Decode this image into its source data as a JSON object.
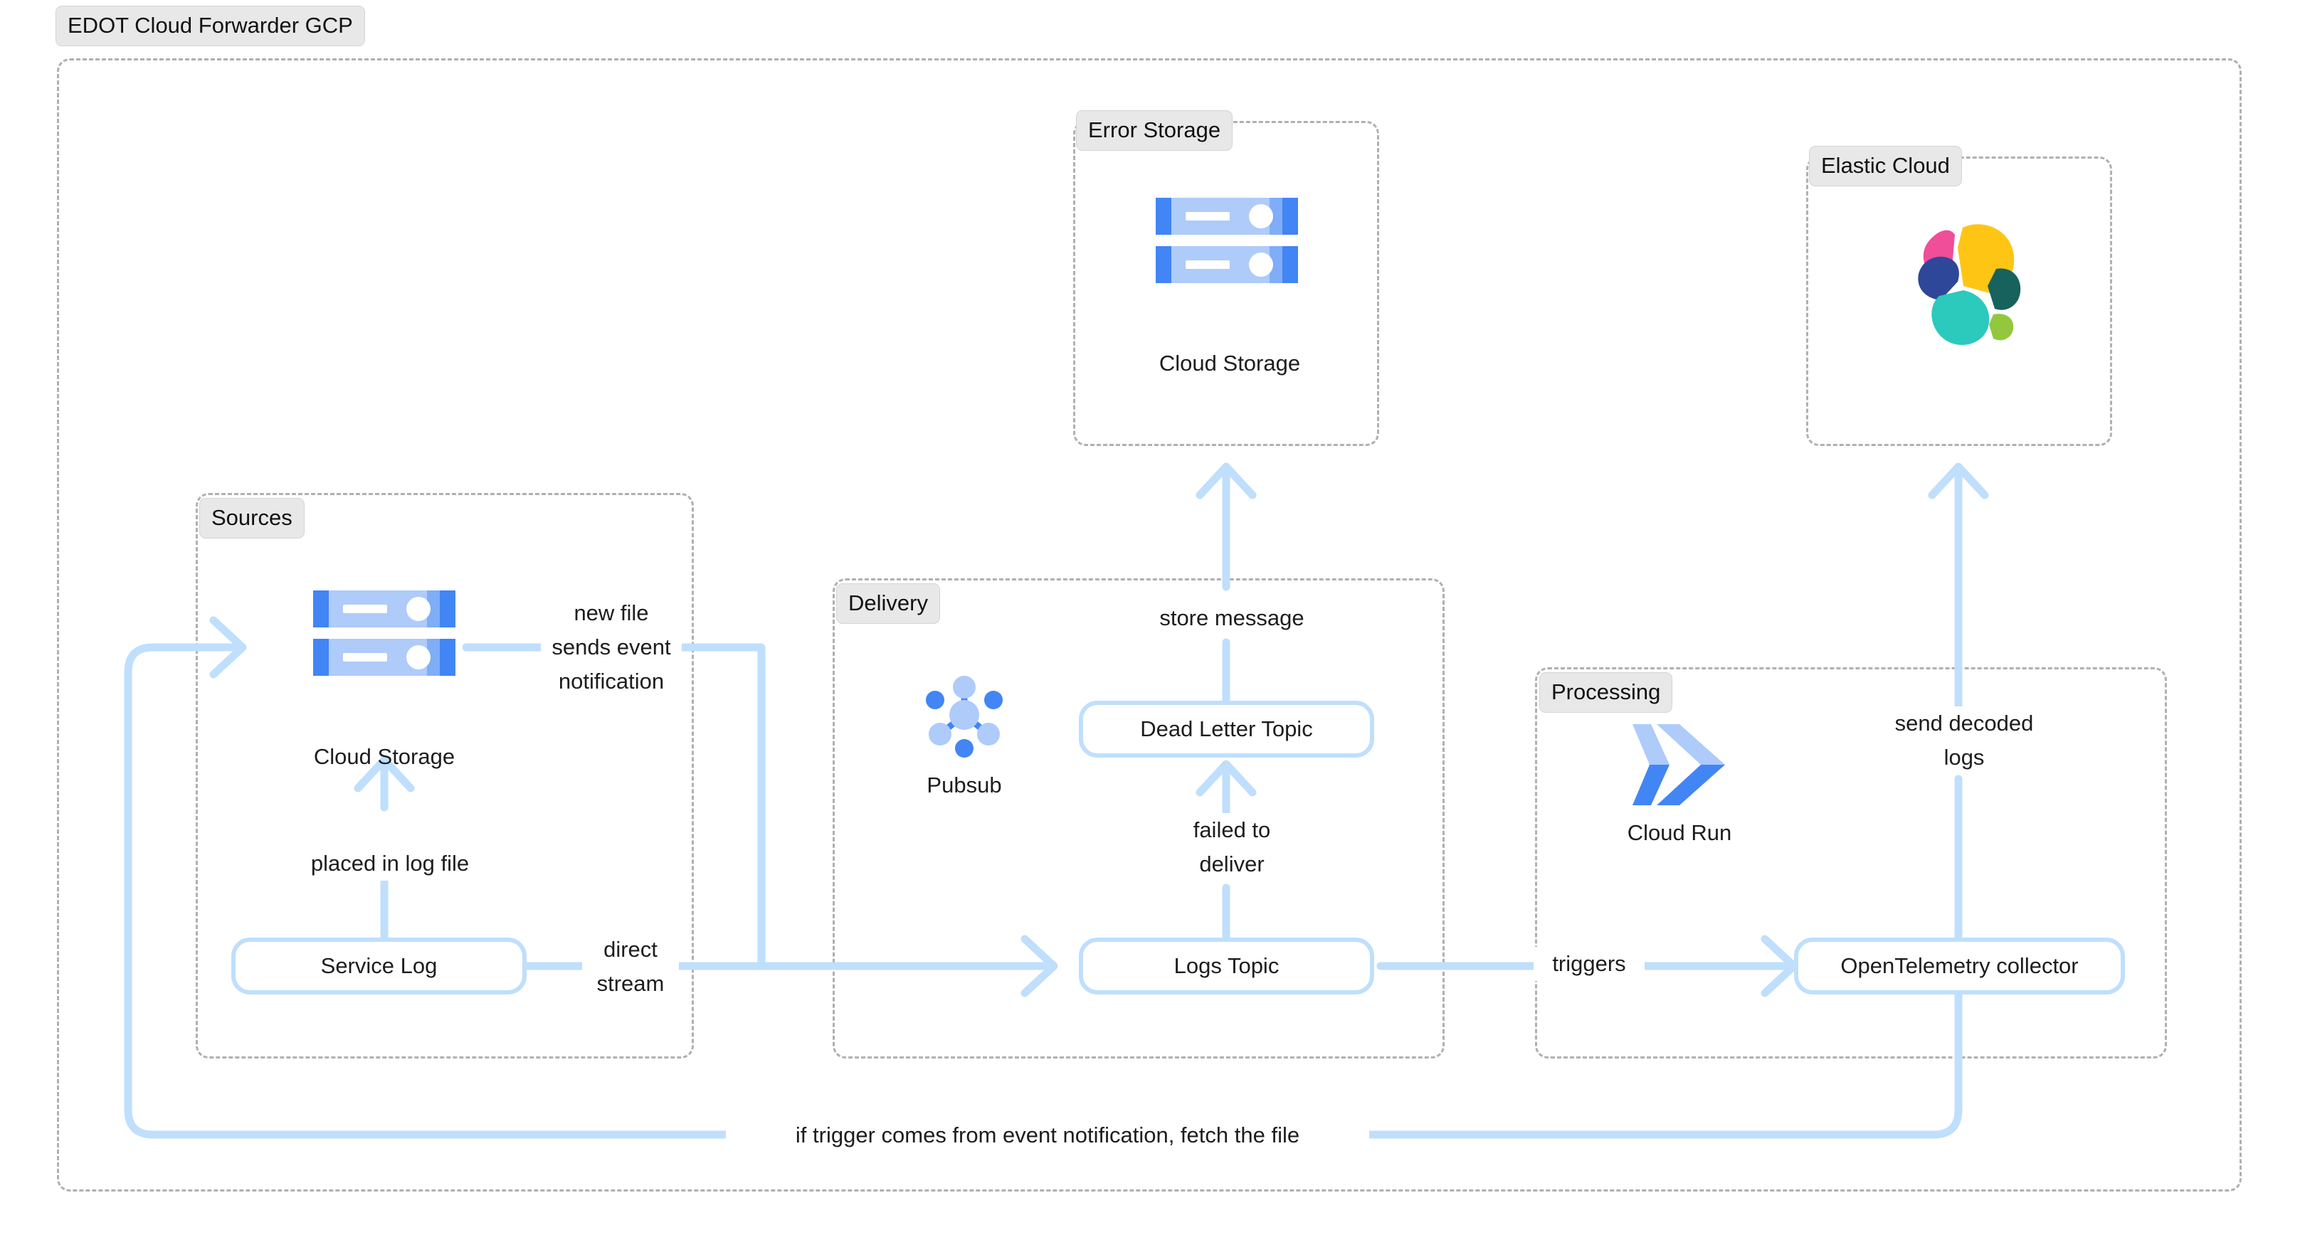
{
  "diagram": {
    "title": "EDOT Cloud Forwarder GCP",
    "accent_edge_color": "#bfdffc",
    "group_border_color": "#b0b0b0",
    "group_label_bg": "#e8e8e8",
    "text_color": "#1d1d1d",
    "background": "#ffffff"
  },
  "groups": [
    {
      "id": "root",
      "label": "EDOT Cloud Forwarder GCP"
    },
    {
      "id": "error",
      "label": "Error Storage"
    },
    {
      "id": "elastic",
      "label": "Elastic Cloud"
    },
    {
      "id": "sources",
      "label": "Sources"
    },
    {
      "id": "delivery",
      "label": "Delivery"
    },
    {
      "id": "processing",
      "label": "Processing"
    }
  ],
  "nodes": {
    "error_cloud_storage": {
      "label": "Cloud Storage",
      "icon": "gcp-cloud-storage-icon"
    },
    "sources_cloud_storage": {
      "label": "Cloud Storage",
      "icon": "gcp-cloud-storage-icon"
    },
    "service_log": {
      "label": "Service Log"
    },
    "pubsub": {
      "label": "Pubsub",
      "icon": "gcp-pubsub-icon"
    },
    "dead_letter_topic": {
      "label": "Dead Letter Topic"
    },
    "logs_topic": {
      "label": "Logs Topic"
    },
    "cloud_run": {
      "label": "Cloud Run",
      "icon": "gcp-cloud-run-icon"
    },
    "otel_collector": {
      "label": "OpenTelemetry collector"
    },
    "elastic_logo": {
      "label": "",
      "icon": "elastic-logo-icon"
    }
  },
  "edge_labels": {
    "new_file_event": "new file\nsends event\nnotification",
    "placed_in_log": "placed in log file",
    "direct_stream": "direct\nstream",
    "store_message": "store message",
    "failed_to_deliver": "failed to\ndeliver",
    "triggers": "triggers",
    "send_decoded": "send decoded\nlogs",
    "fetch_file": "if trigger comes from event notification, fetch the file"
  },
  "palette": {
    "gcs_light": "#aecbfa",
    "gcs_dark": "#4285f4",
    "gcs_white": "#ffffff",
    "pubsub_light": "#aecbfa",
    "pubsub_dark": "#4285f4",
    "cloudrun_light": "#aecbfa",
    "cloudrun_dark": "#4285f4",
    "elastic_pink": "#f04e98",
    "elastic_yellow": "#fec514",
    "elastic_navy": "#2f4798",
    "elastic_teal": "#2cc9bd",
    "elastic_darkgreen": "#17625c",
    "elastic_lightgreen": "#93c83e"
  }
}
